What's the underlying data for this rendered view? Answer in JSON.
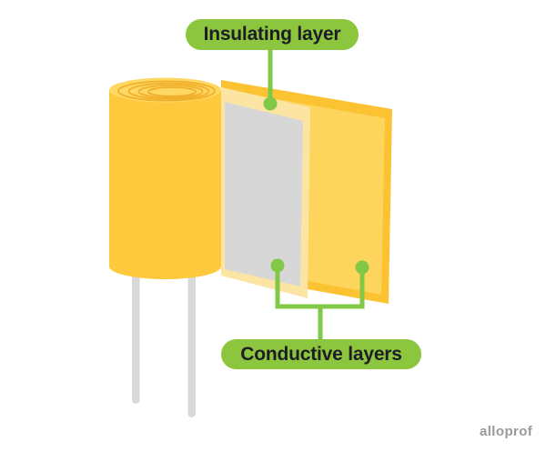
{
  "labels": {
    "insulating": "Insulating layer",
    "conductive": "Conductive layers"
  },
  "watermark": {
    "text": "alloprof"
  },
  "colors": {
    "pill_green": "#8CC63E",
    "connector_green": "#80C845",
    "label_text": "#1D1D23",
    "roll_yellow": "#FFC93E",
    "roll_top_yellow": "#FFD763",
    "roll_spiral_stroke": "#F1B02C",
    "conductive_sheet_fill": "#FDD55C",
    "conductive_sheet_edge": "#FBC231",
    "insulating_sheet_fill": "#FCE5A3",
    "conductive_foil_fill": "#D7D7D7",
    "lead_gray": "#D9D9D9",
    "watermark_gray": "#999999"
  }
}
